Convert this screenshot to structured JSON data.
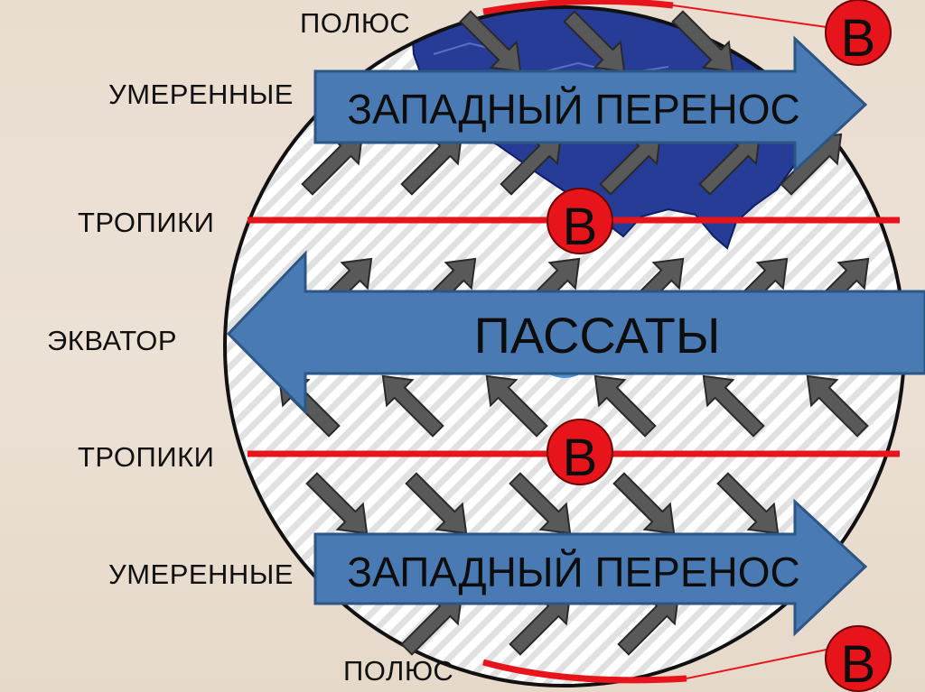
{
  "latitude_labels": {
    "pole_north": "ПОЛЮС",
    "temperate_north": "УМЕРЕННЫЕ",
    "tropics_north": "ТРОПИКИ",
    "equator": "ЭКВАТОР",
    "tropics_south": "ТРОПИКИ",
    "temperate_south": "УМЕРЕННЫЕ",
    "pole_south": "ПОЛЮС"
  },
  "wind_belts": {
    "westerlies_north": "ЗАПАДНЫЙ ПЕРЕНОС",
    "trade_winds": "ПАССАТЫ",
    "westerlies_south": "ЗАПАДНЫЙ ПЕРЕНОС"
  },
  "pressure_markers": {
    "north_pole": "В",
    "tropics_north": "В",
    "tropics_south": "В",
    "south_pole": "В"
  },
  "colors": {
    "pressure_line": "#e8141c",
    "pressure_circle": "#e8141c",
    "belt_arrow_fill": "#4a7ab3",
    "belt_arrow_stroke": "#2c5684",
    "wind_arrow_fill": "#595959",
    "continent": "#263c97",
    "globe_fill": "#ffffff"
  }
}
